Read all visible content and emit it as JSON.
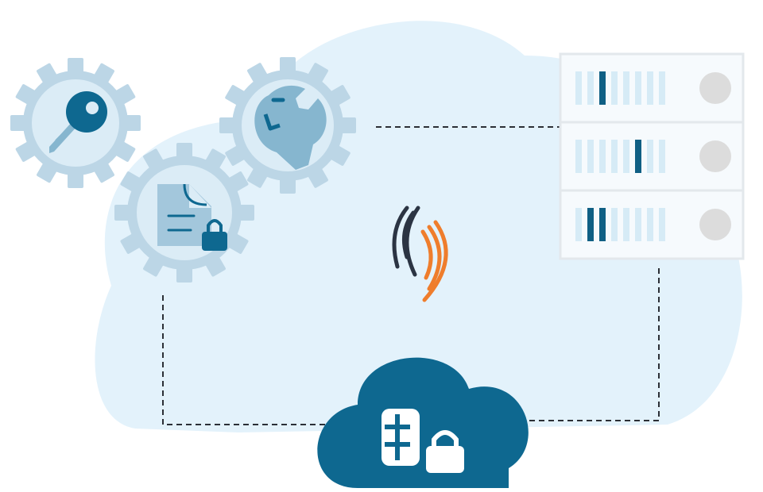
{
  "colors": {
    "background": "#ffffff",
    "cloud_background": "#e3f2fb",
    "gear": "#bcd6e6",
    "gear_inner": "#dbecf6",
    "icon_dark": "#0e6890",
    "icon_mid": "#86b6cf",
    "icon_light": "#a3c7dc",
    "server_panel": "#f6fafd",
    "server_border": "#e3e8ec",
    "server_stripe_light": "#d6ebf6",
    "server_stripe_dark": "#0f5f84",
    "server_button": "#dcdcdc",
    "dashed_line": "#2b2f36",
    "cloud_storage": "#0e6890",
    "signal_dark": "#2b3443",
    "signal_orange": "#ef7d2c"
  },
  "icons": {
    "gear_key": "key-icon",
    "gear_wrench": "wrench-icon",
    "gear_document": "locked-document-icon",
    "server": "server-rack-icon",
    "signal": "signal-logo-icon",
    "cloud_storage": "locked-database-cloud-icon"
  },
  "server_rack": {
    "units": 3,
    "active_stripes": [
      [
        2
      ],
      [
        5
      ],
      [
        1,
        2
      ]
    ]
  }
}
